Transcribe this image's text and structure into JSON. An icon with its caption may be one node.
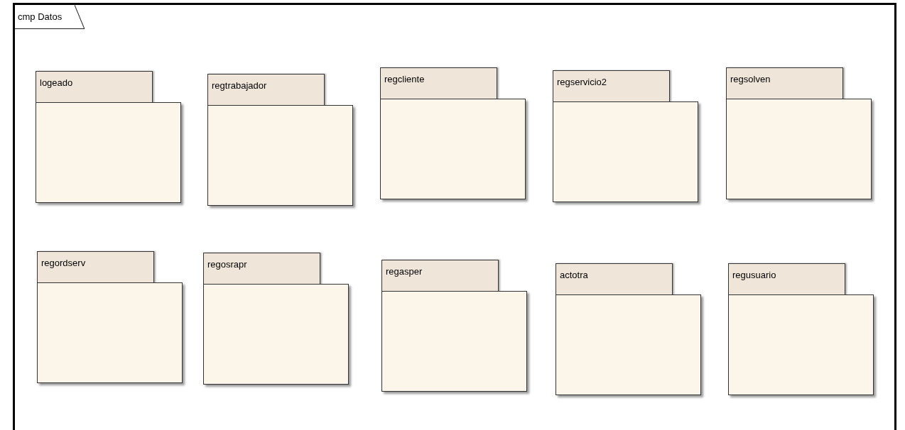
{
  "diagram": {
    "nodes": [
      {
        "text": [
          "cmp Datos"
        ]
      },
      {
        "text": [
          "logeado"
        ],
        "in": 0
      },
      {
        "text": [
          "regtrabajador"
        ],
        "in": 0
      },
      {
        "text": [
          "regcliente"
        ],
        "in": 0
      },
      {
        "text": [
          "regservicio2"
        ],
        "in": 0
      },
      {
        "text": [
          "regsolven"
        ],
        "in": 0
      },
      {
        "text": [
          "regordserv"
        ],
        "in": 0
      },
      {
        "text": [
          "regosrapr"
        ],
        "in": 0
      },
      {
        "text": [
          "regasper"
        ],
        "in": 0
      },
      {
        "text": [
          "actotra"
        ],
        "in": 0
      },
      {
        "text": [
          "regusuario"
        ],
        "in": 0
      }
    ]
  }
}
